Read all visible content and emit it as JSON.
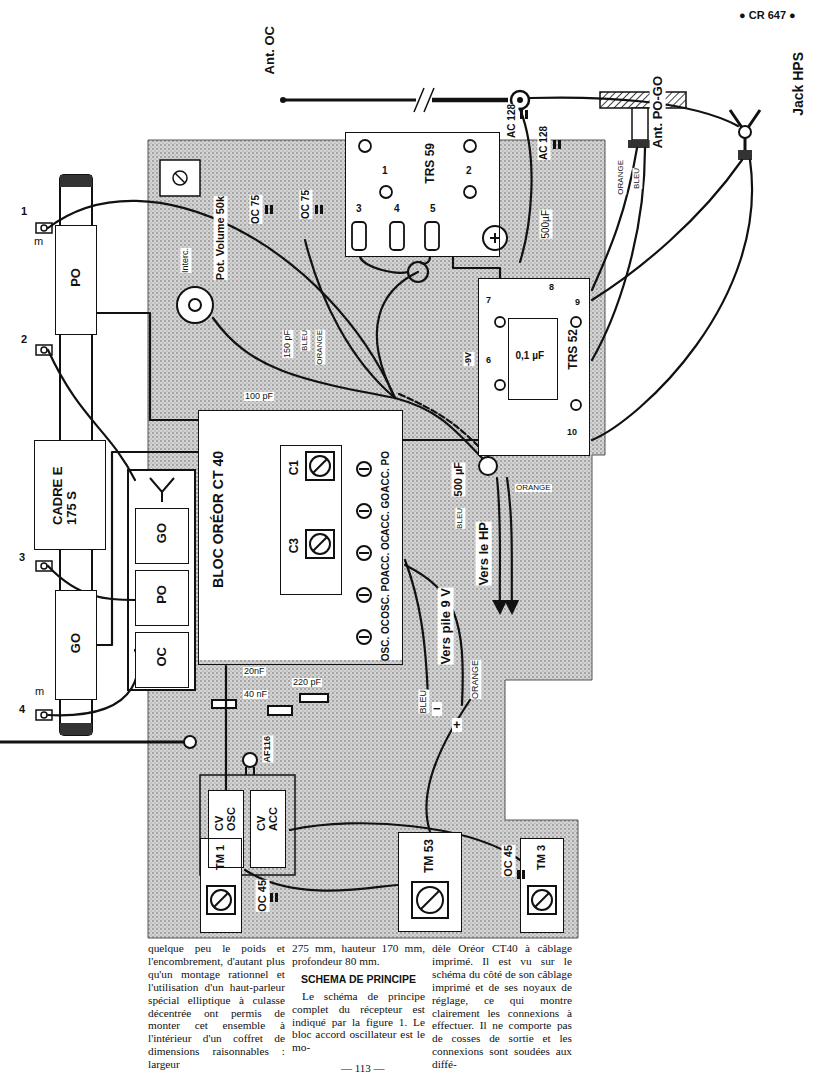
{
  "diagram": {
    "nodes": [
      {
        "text": [
          "TRS 59"
        ]
      },
      {
        "text": [
          "TRS 52"
        ]
      },
      {
        "text": [
          "0,1 µF"
        ],
        "in": 1
      },
      {
        "text": [
          "PO"
        ]
      },
      {
        "text": [
          "CADRE E 175 S"
        ]
      },
      {
        "text": [
          "GO"
        ]
      },
      {
        "text": [
          "GO"
        ]
      },
      {
        "text": [
          "PO"
        ]
      },
      {
        "text": [
          "OC"
        ]
      },
      {
        "text": [
          "BLOC ORÉOR CT 40",
          "ACC. PO",
          "ACC. GO",
          "ACC. OC",
          "OSC. PO",
          "OSC. OC"
        ]
      },
      {
        "text": [
          "C1",
          "C3"
        ],
        "in": 9
      },
      {
        "text": [
          "CV OSC"
        ]
      },
      {
        "text": [
          "CV ACC"
        ]
      },
      {
        "text": [
          "TM 1"
        ]
      },
      {
        "text": [
          "TM 53"
        ]
      },
      {
        "text": [
          "TM 3"
        ]
      }
    ],
    "edges": [
      {
        "from": 3,
        "to": 9,
        "arrow": "none"
      },
      {
        "from": 5,
        "to": 9,
        "arrow": "none"
      },
      {
        "from": 0,
        "to": 1,
        "arrow": "none"
      },
      {
        "from": 1,
        "to": 9,
        "arrow": "none"
      },
      {
        "from": 11,
        "to": 9,
        "arrow": "none"
      }
    ],
    "labels": [
      "● CR 647 ●",
      "Ant. OC",
      "Ant. PO-GO",
      "Jack HPS",
      "AC 128",
      "AC 128",
      "500µF",
      "1",
      "2",
      "3",
      "4",
      "5",
      "OC 75",
      "OC 75",
      "Pot. Volume 50k",
      "Interc.",
      "150 pF",
      "100 pF",
      "BLEU",
      "ORANGE",
      "1",
      "m",
      "2",
      "3",
      "m",
      "4",
      "7",
      "6",
      "8",
      "9",
      "10",
      "-9V",
      "500 µF",
      "BLEU",
      "ORANGE",
      "Vers le HP",
      "Vers pile 9 V",
      "BLEU",
      "−",
      "+",
      "ORANGE",
      "ORANGE",
      "BLEU",
      "20nF",
      "40 nF",
      "220 pF",
      "AF116",
      "OC 45",
      "OC 45",
      "quelque peu le poids et l'encombrement, d'autant plus qu'un montage rationnel et l'utilisation d'un haut-parleur spécial elliptique à culasse décentrée ont permis de monter cet ensemble à l'intérieur d'un coffret de dimensions raisonnables : largeur",
      "275 mm, hauteur 170 mm, profondeur 80 mm.",
      "SCHEMA DE PRINCIPE",
      "Le schéma de principe complet du récepteur est indiqué par la figure 1. Le bloc accord oscillateur est le mo-",
      "dèle Oréor CT40 à câblage imprimé. Il est vu sur le schéma du côté de son câblage imprimé et de ses noyaux de réglage, ce qui montre clairement les connexions à effectuer. Il ne comporte pas de cosses de sortie et les connexions sont soudées aux diffé-",
      "— 113 —"
    ]
  }
}
